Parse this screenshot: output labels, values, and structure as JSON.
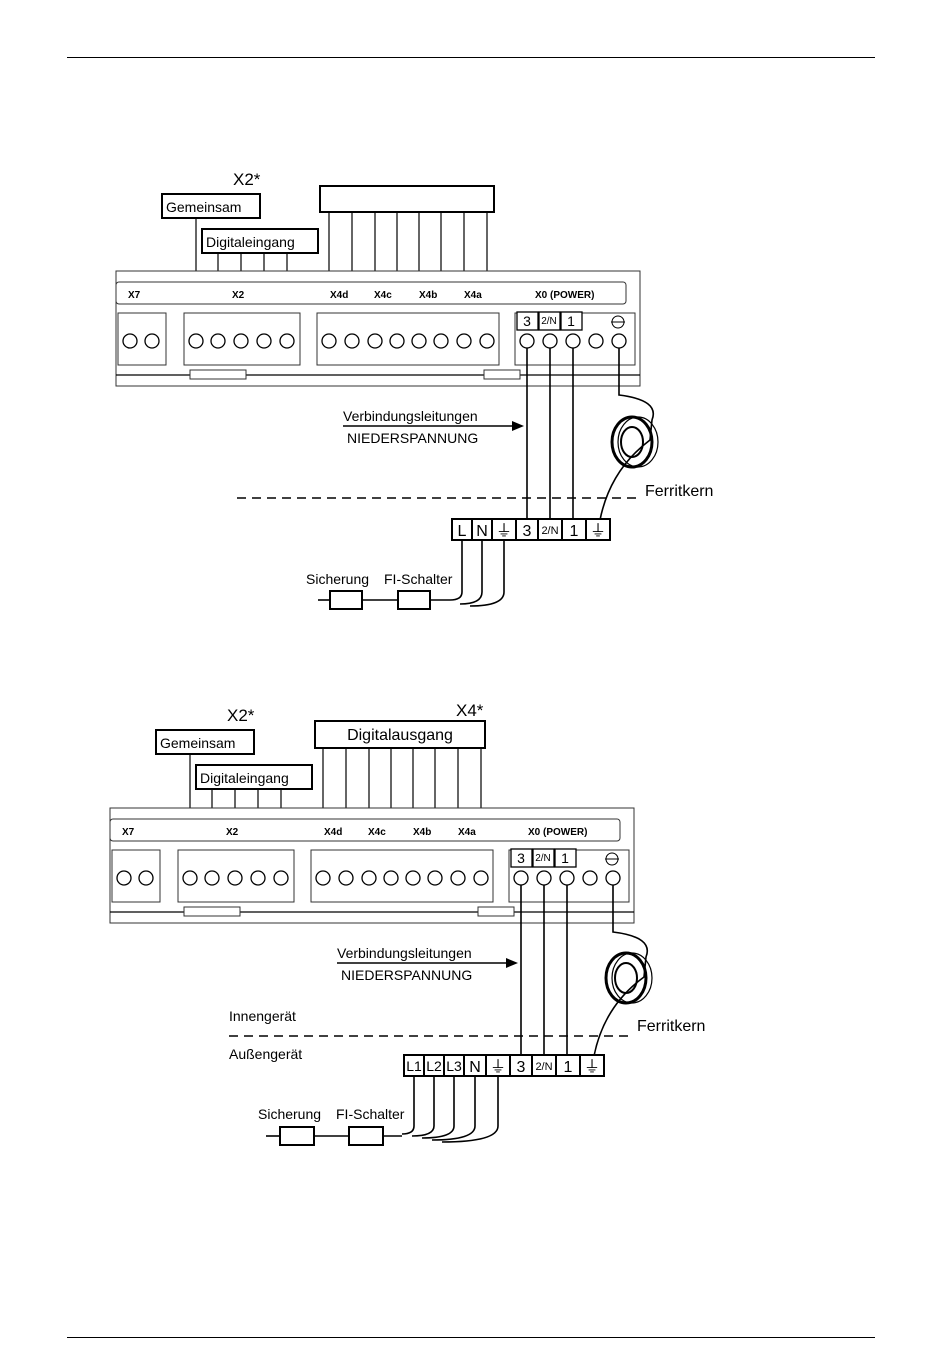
{
  "diagram1": {
    "x2_title": "X2*",
    "common_label": "Gemeinsam",
    "digital_input_label": "Digitaleingang",
    "output_label": "",
    "strip": {
      "x7": "X7",
      "x2": "X2",
      "x4d": "X4d",
      "x4c": "X4c",
      "x4b": "X4b",
      "x4a": "X4a",
      "x0": "X0 (POWER)"
    },
    "power_marks": [
      "3",
      "2/N",
      "1"
    ],
    "cable_label_1": "Verbindungsleitungen",
    "cable_label_2": "NIEDERSPANNUNG",
    "ferrite_label": "Ferritkern",
    "lower_terminals": [
      "L",
      "N",
      "⏚",
      "3",
      "2/N",
      "1",
      "⏚"
    ],
    "fuse_label": "Sicherung",
    "rcd_label": "FI-Schalter"
  },
  "diagram2": {
    "x2_title": "X2*",
    "x4_title": "X4*",
    "common_label": "Gemeinsam",
    "digital_input_label": "Digitaleingang",
    "output_label": "Digitalausgang",
    "strip": {
      "x7": "X7",
      "x2": "X2",
      "x4d": "X4d",
      "x4c": "X4c",
      "x4b": "X4b",
      "x4a": "X4a",
      "x0": "X0 (POWER)"
    },
    "power_marks": [
      "3",
      "2/N",
      "1"
    ],
    "cable_label_1": "Verbindungsleitungen",
    "cable_label_2": "NIEDERSPANNUNG",
    "indoor_label": "Innengerät",
    "outdoor_label": "Außengerät",
    "ferrite_label": "Ferritkern",
    "lower_terminals": [
      "L1",
      "L2",
      "L3",
      "N",
      "⏚",
      "3",
      "2/N",
      "1",
      "⏚"
    ],
    "fuse_label": "Sicherung",
    "rcd_label": "FI-Schalter"
  }
}
